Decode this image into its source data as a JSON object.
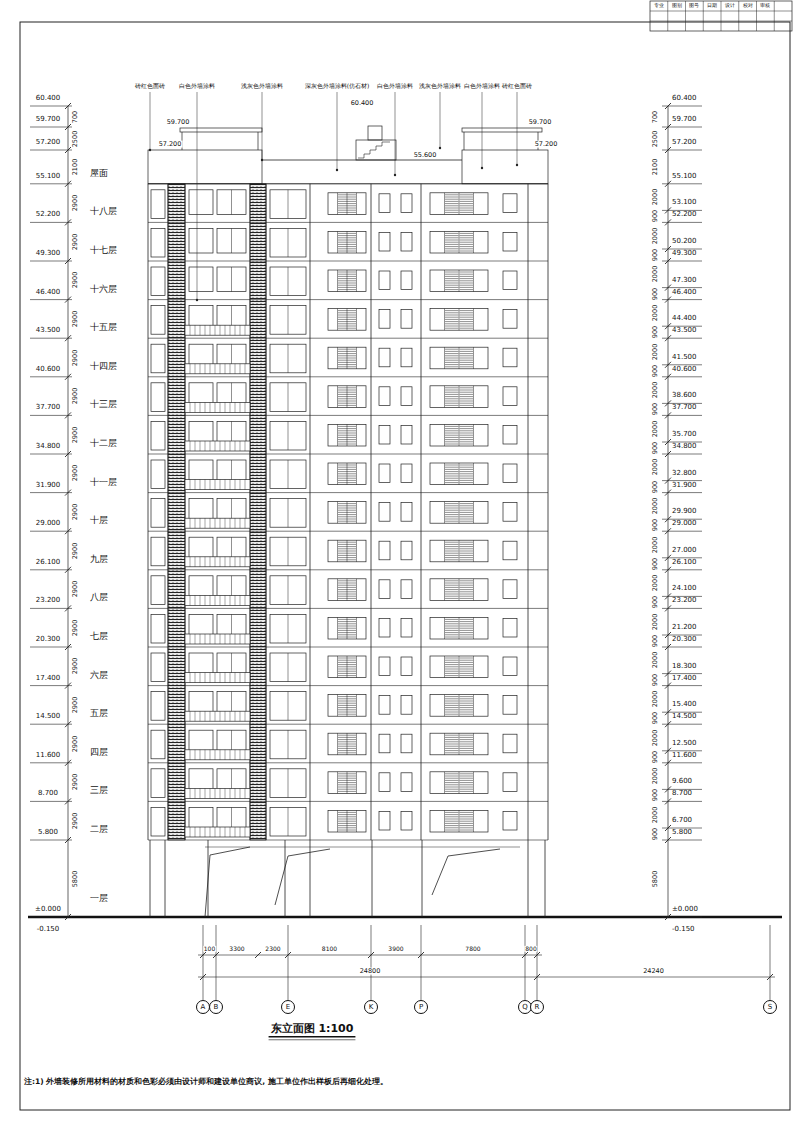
{
  "diagram": {
    "title": "东立面图 1:100",
    "caption": "注:1) 外墙装修所用材料的材质和色彩必须由设计师和建设单位商议, 施工单位作出样板后再细化处理。",
    "nodes": [
      {
        "text": [
          "A"
        ]
      },
      {
        "text": [
          "B"
        ]
      },
      {
        "text": [
          "E"
        ]
      },
      {
        "text": [
          "K"
        ]
      },
      {
        "text": [
          "P"
        ]
      },
      {
        "text": [
          "Q"
        ]
      },
      {
        "text": [
          "R"
        ]
      },
      {
        "text": [
          "S"
        ]
      }
    ],
    "labels": [
      "屋面",
      "十八层",
      "十七层",
      "十六层",
      "十五层",
      "十四层",
      "十三层",
      "十二层",
      "十一层",
      "十层",
      "九层",
      "八层",
      "七层",
      "六层",
      "五层",
      "四层",
      "三层",
      "二层",
      "一层",
      "60.400",
      "59.700",
      "57.200",
      "55.100",
      "52.200",
      "49.300",
      "46.400",
      "43.500",
      "40.600",
      "37.700",
      "34.800",
      "31.900",
      "29.000",
      "26.100",
      "23.200",
      "20.300",
      "17.400",
      "14.500",
      "11.600",
      "8.700",
      "5.800",
      "±0.000",
      "-0.150",
      "700",
      "2500",
      "2100",
      "2900",
      "2900",
      "2900",
      "2900",
      "2900",
      "2900",
      "2900",
      "2900",
      "2900",
      "2900",
      "2900",
      "2900",
      "2900",
      "2900",
      "2900",
      "2900",
      "2900",
      "5800",
      "60.400",
      "59.700",
      "57.200",
      "55.100",
      "53.100",
      "52.200",
      "50.200",
      "49.300",
      "47.300",
      "46.400",
      "44.400",
      "43.500",
      "41.500",
      "40.600",
      "38.600",
      "37.700",
      "35.700",
      "34.800",
      "32.800",
      "31.900",
      "29.900",
      "29.000",
      "27.000",
      "26.100",
      "24.100",
      "23.200",
      "21.200",
      "20.300",
      "18.300",
      "17.400",
      "15.400",
      "14.500",
      "12.500",
      "11.600",
      "9.600",
      "8.700",
      "6.700",
      "5.800",
      "±0.000",
      "-0.150",
      "700",
      "2500",
      "2100",
      "2000",
      "900",
      "2000",
      "900",
      "2000",
      "900",
      "2000",
      "900",
      "2000",
      "900",
      "2000",
      "900",
      "2000",
      "900",
      "2000",
      "900",
      "2000",
      "900",
      "2000",
      "900",
      "2000",
      "900",
      "2000",
      "900",
      "2000",
      "900",
      "2000",
      "900",
      "2000",
      "900",
      "2000",
      "900",
      "2000",
      "900",
      "5800",
      "60.400",
      "59.700",
      "57.200",
      "59.700",
      "57.200",
      "55.600",
      "砖红色面砖",
      "白色外墙涂料",
      "浅灰色外墙涂料",
      "深灰色外墙涂料(仿石材)",
      "白色外墙涂料",
      "浅灰色外墙涂料",
      "白色外墙涂料",
      "砖红色面砖",
      "100",
      "3300",
      "2300",
      "8100",
      "3900",
      "7800",
      "800",
      "24800",
      "24240",
      "专业",
      "图别",
      "图号",
      "日期",
      "设计",
      "校对",
      "审核"
    ]
  }
}
